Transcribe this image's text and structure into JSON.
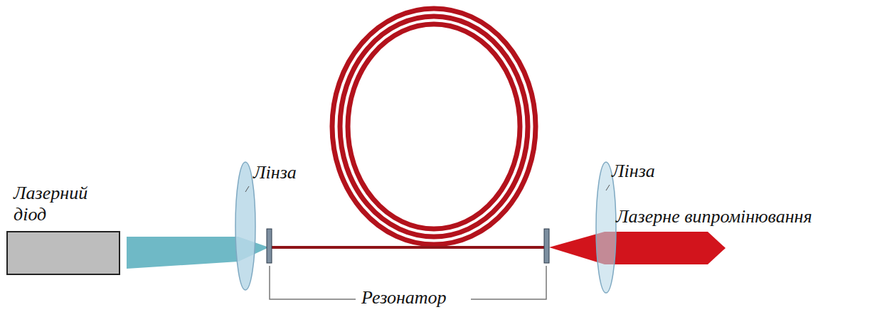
{
  "diagram": {
    "nodes": [
      {
        "text": [
          "Лазерний діод"
        ]
      }
    ],
    "labels": [
      "Лінза",
      "Лінза",
      "Лазерне випромінювання",
      "Резонатор"
    ]
  }
}
